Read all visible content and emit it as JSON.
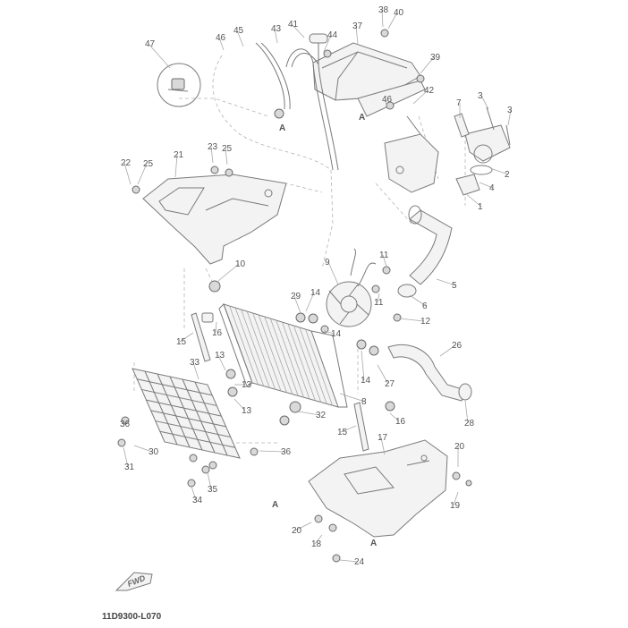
{
  "diagram": {
    "code": "11D9300-L070",
    "fwd_label": "FWD",
    "ref_letter": "A",
    "callouts": [
      "1",
      "2",
      "3",
      "3",
      "4",
      "5",
      "6",
      "7",
      "8",
      "9",
      "10",
      "11",
      "11",
      "12",
      "13",
      "13",
      "13",
      "14",
      "14",
      "14",
      "15",
      "15",
      "16",
      "16",
      "17",
      "18",
      "19",
      "20",
      "20",
      "21",
      "22",
      "23",
      "24",
      "25",
      "25",
      "26",
      "27",
      "28",
      "29",
      "30",
      "31",
      "32",
      "33",
      "34",
      "35",
      "36",
      "36",
      "37",
      "38",
      "39",
      "40",
      "41",
      "42",
      "43",
      "44",
      "45",
      "46",
      "46",
      "47"
    ]
  }
}
